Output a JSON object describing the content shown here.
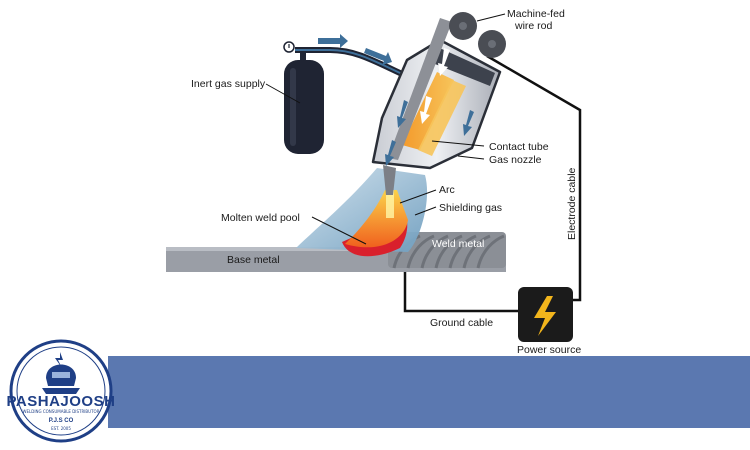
{
  "diagram": {
    "labels": {
      "wire_rod": [
        "Machine-fed",
        "wire rod"
      ],
      "inert_gas": "Inert gas supply",
      "contact_tube": "Contact tube",
      "gas_nozzle": "Gas nozzle",
      "electrode_cable": "Electrode cable",
      "arc": "Arc",
      "shielding_gas": "Shielding gas",
      "molten_pool": "Molten weld pool",
      "weld_metal": "Weld metal",
      "base_metal": "Base metal",
      "ground_cable": "Ground cable",
      "power_source": "Power source"
    }
  },
  "logo": {
    "name": "PASHAJOOSH",
    "tagline": "WELDING CONSUMABLE DISTRIBUTOR",
    "initials": "P.J.S CO",
    "est": "EST. 2005"
  },
  "colors": {
    "banner": "#5b78b0",
    "cylinder": "#1f2433",
    "shield_gas": "#7ea7c4",
    "molten": "#d9202c",
    "arc": "#f47c20",
    "power_box": "#1b1b1b",
    "bolt": "#f2b51c"
  }
}
